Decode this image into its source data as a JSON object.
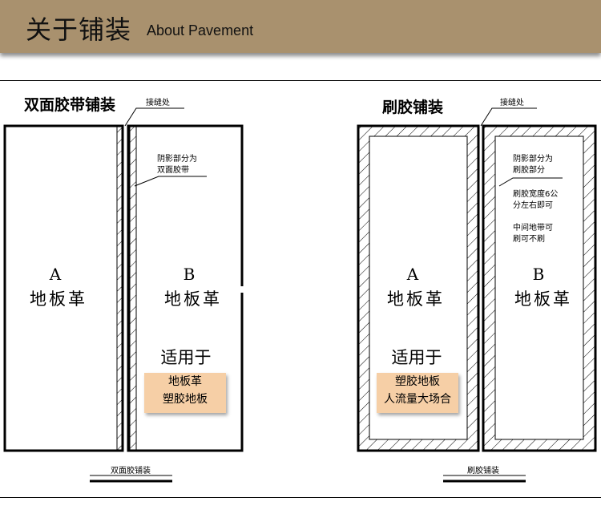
{
  "header": {
    "title": "关于铺装",
    "subtitle": "About Pavement"
  },
  "left": {
    "title": "双面胶带铺装",
    "seam_label": "接缝处",
    "shaded_note": [
      "阴影部分为",
      "双面胶带"
    ],
    "panel_a": {
      "letter": "A",
      "material": "地板革"
    },
    "panel_b": {
      "letter": "B",
      "material": "地板革"
    },
    "suitable_label": "适用于",
    "suitable_items": [
      "地板革",
      "塑胶地板"
    ],
    "caption": "双面胶铺装"
  },
  "right": {
    "title": "刷胶铺装",
    "seam_label": "接缝处",
    "shaded_note": [
      "阴影部分为",
      "刷胶部分"
    ],
    "width_note": [
      "刷胶宽度6公",
      "分左右即可"
    ],
    "middle_note": [
      "中间地带可",
      "刷可不刷"
    ],
    "panel_a": {
      "letter": "A",
      "material": "地板革"
    },
    "panel_b": {
      "letter": "B",
      "material": "地板革"
    },
    "suitable_label": "适用于",
    "suitable_items": [
      "塑胶地板",
      "人流量大场合"
    ],
    "caption": "刷胶铺装"
  }
}
